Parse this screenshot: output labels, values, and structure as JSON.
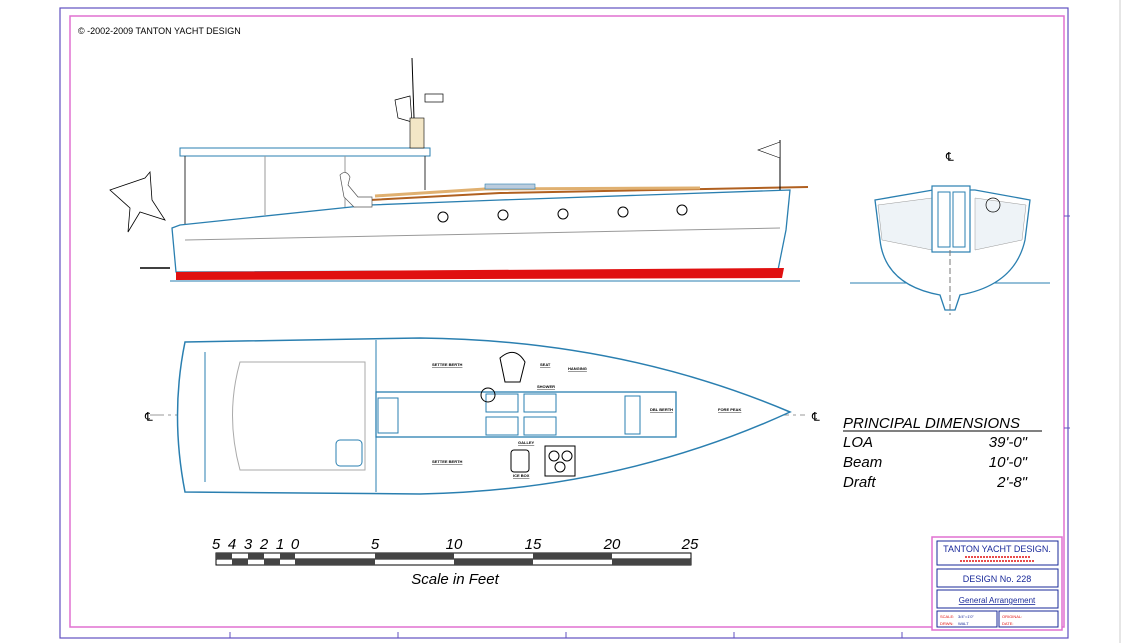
{
  "copyright": "© -2002-2009 TANTON YACHT DESIGN",
  "centerline_symbol": "℄",
  "plan_labels": {
    "settee_berth_port": "SETTEE BERTH",
    "settee_berth_stbd": "SETTEE BERTH",
    "seat": "SEAT",
    "hanging": "HANGING",
    "shower": "SHOWER",
    "galley": "GALLEY",
    "icebox": "ICE BOX",
    "dbl_berth": "DBL BERTH",
    "fore_peak": "FORE PEAK"
  },
  "principal_dimensions": {
    "title": "PRINCIPAL DIMENSIONS",
    "rows": [
      {
        "label": "LOA",
        "value": "39'-0\""
      },
      {
        "label": "Beam",
        "value": "10'-0\""
      },
      {
        "label": "Draft",
        "value": "2'-8\""
      }
    ]
  },
  "scale": {
    "ticks": [
      "5",
      "4",
      "3",
      "2",
      "1",
      "0",
      "5",
      "10",
      "15",
      "20",
      "25"
    ],
    "caption": "Scale in Feet"
  },
  "title_block": {
    "company": "TANTON YACHT DESIGN.",
    "design_no": "DESIGN No. 228",
    "drawing_title": "General Arrangement",
    "scale_label": "SCALE:",
    "scale_value": "3/4\"=1'0\"",
    "drawn_label": "DRWN:",
    "drawn_value": "WALT",
    "original_label": "ORIGINAL:",
    "date_label": "DATE:"
  },
  "colors": {
    "hull_outline": "#2a7fb0",
    "frame": "#d040c0",
    "bottom_paint": "#e01010",
    "deck": "#b06020",
    "title_block": "#1a2a9a"
  }
}
